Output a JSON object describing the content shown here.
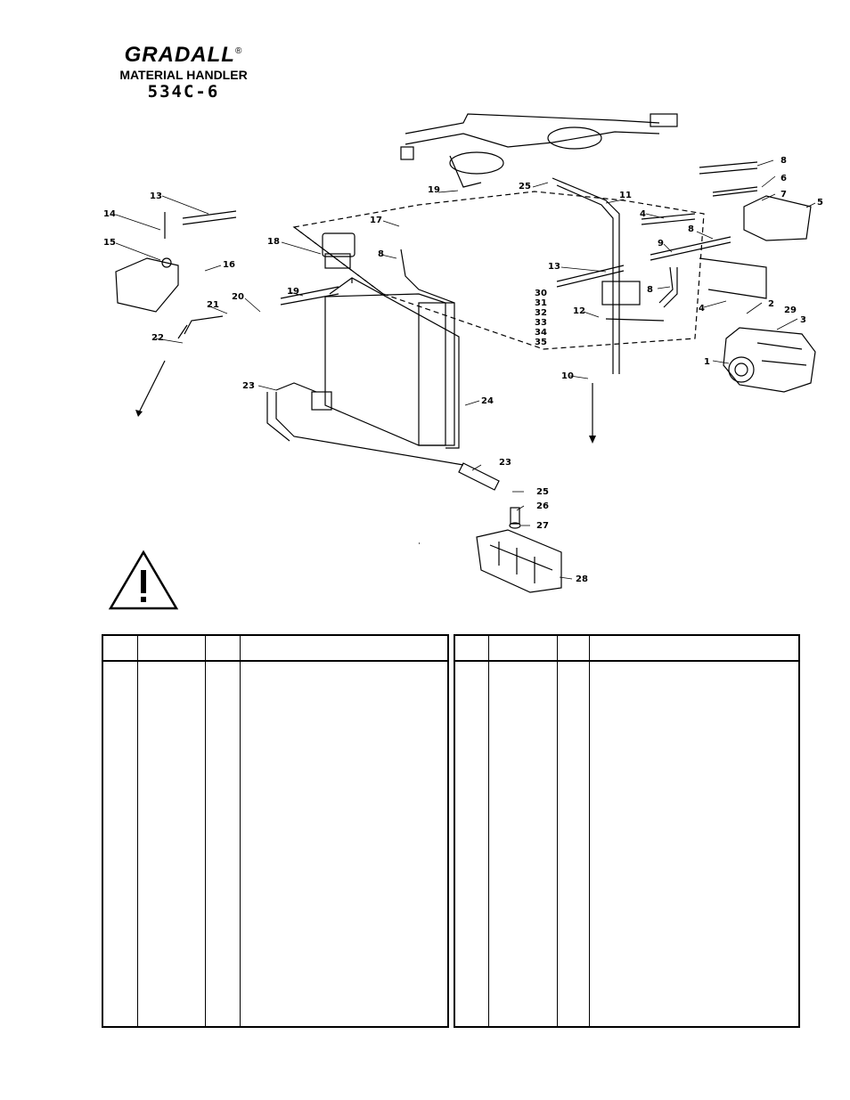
{
  "header": {
    "brand": "GRADALL",
    "registered_mark": "®",
    "subtitle": "MATERIAL HANDLER",
    "model": "534C-6"
  },
  "diagram": {
    "callouts": [
      "1",
      "2",
      "3",
      "4",
      "4",
      "5",
      "6",
      "7",
      "8",
      "8",
      "8",
      "9",
      "10",
      "11",
      "12",
      "13",
      "13",
      "14",
      "15",
      "16",
      "17",
      "18",
      "19",
      "19",
      "20",
      "21",
      "22",
      "23",
      "23",
      "24",
      "25",
      "25",
      "26",
      "27",
      "28",
      "29",
      "30",
      "31",
      "32",
      "33",
      "34",
      "35"
    ],
    "warning_icon": "warning-triangle-icon"
  },
  "tables": [
    {
      "columns": [
        "",
        "",
        "",
        ""
      ],
      "rows": []
    },
    {
      "columns": [
        "",
        "",
        "",
        ""
      ],
      "rows": []
    }
  ]
}
